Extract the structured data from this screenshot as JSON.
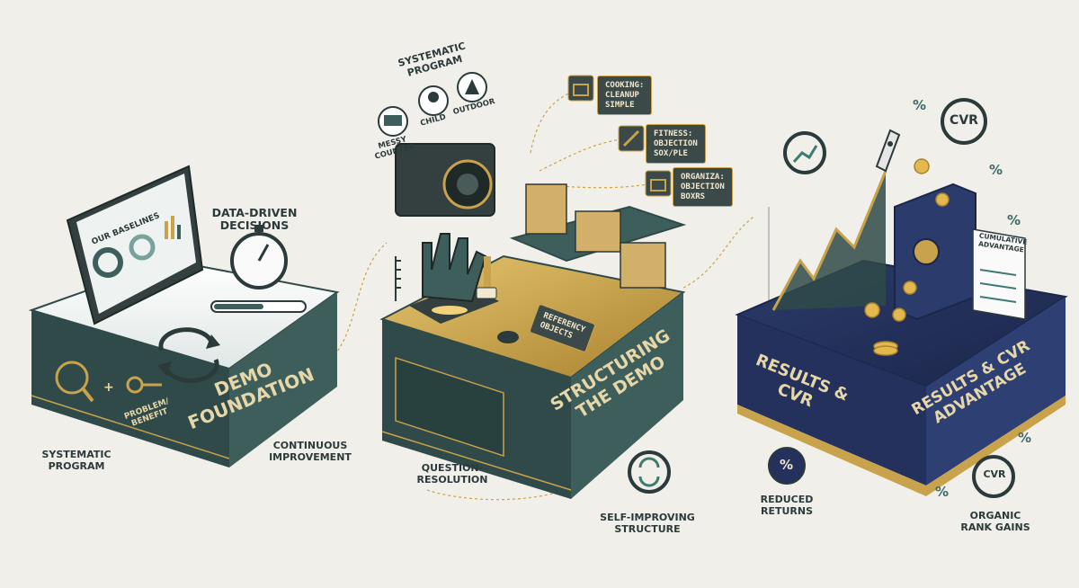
{
  "stage1": {
    "face_title": "DEMO\nFOUNDATION",
    "tablet_title": "OUR BASELINES",
    "data_driven": "DATA-DRIVEN\nDECISIONS",
    "problem_benefit": "PROBLEM/\nBENEFIT",
    "systematic": "SYSTEMATIC\nPROGRAM",
    "continuous": "CONTINUOUS\nIMPROVEMENT"
  },
  "stage2": {
    "face_title": "STRUCTURING\nTHE DEMO",
    "program_title": "SYSTEMATIC PROGRAM",
    "icon_messy": "MESSY\nCOUNTER",
    "icon_child": "CHILD",
    "icon_outdoor": "OUTDOOR",
    "callout_cooking": "COOKING:\nCLEANUP\nSIMPLE",
    "callout_fitness": "FITNESS:\nOBJECTION\nSOX/PLE",
    "callout_organiza": "ORGANIZA:\nOBJECTION\nBOXRS",
    "reference": "REFERENCY\nOBJECTS",
    "question": "QUESTION-\nRESOLUTION",
    "self_improving": "SELF-IMPROVING\nSTRUCTURE"
  },
  "stage3": {
    "face_title": "RESULTS &\nCVR",
    "face_title_right": "RESULTS & CVR\nADVANTAGE",
    "cvr_top": "CVR",
    "cvr_bottom": "CVR",
    "cumulative": "CUMULATIVE\nADVANTAGE",
    "reduced": "REDUCED\nRETURNS",
    "organic": "ORGANIC\nRANK GAINS",
    "percent": "%"
  },
  "colors": {
    "teal_dark": "#2f4a48",
    "teal": "#3e5e5b",
    "gold": "#c9a24c",
    "navy": "#23315c",
    "cream": "#f1efea"
  }
}
